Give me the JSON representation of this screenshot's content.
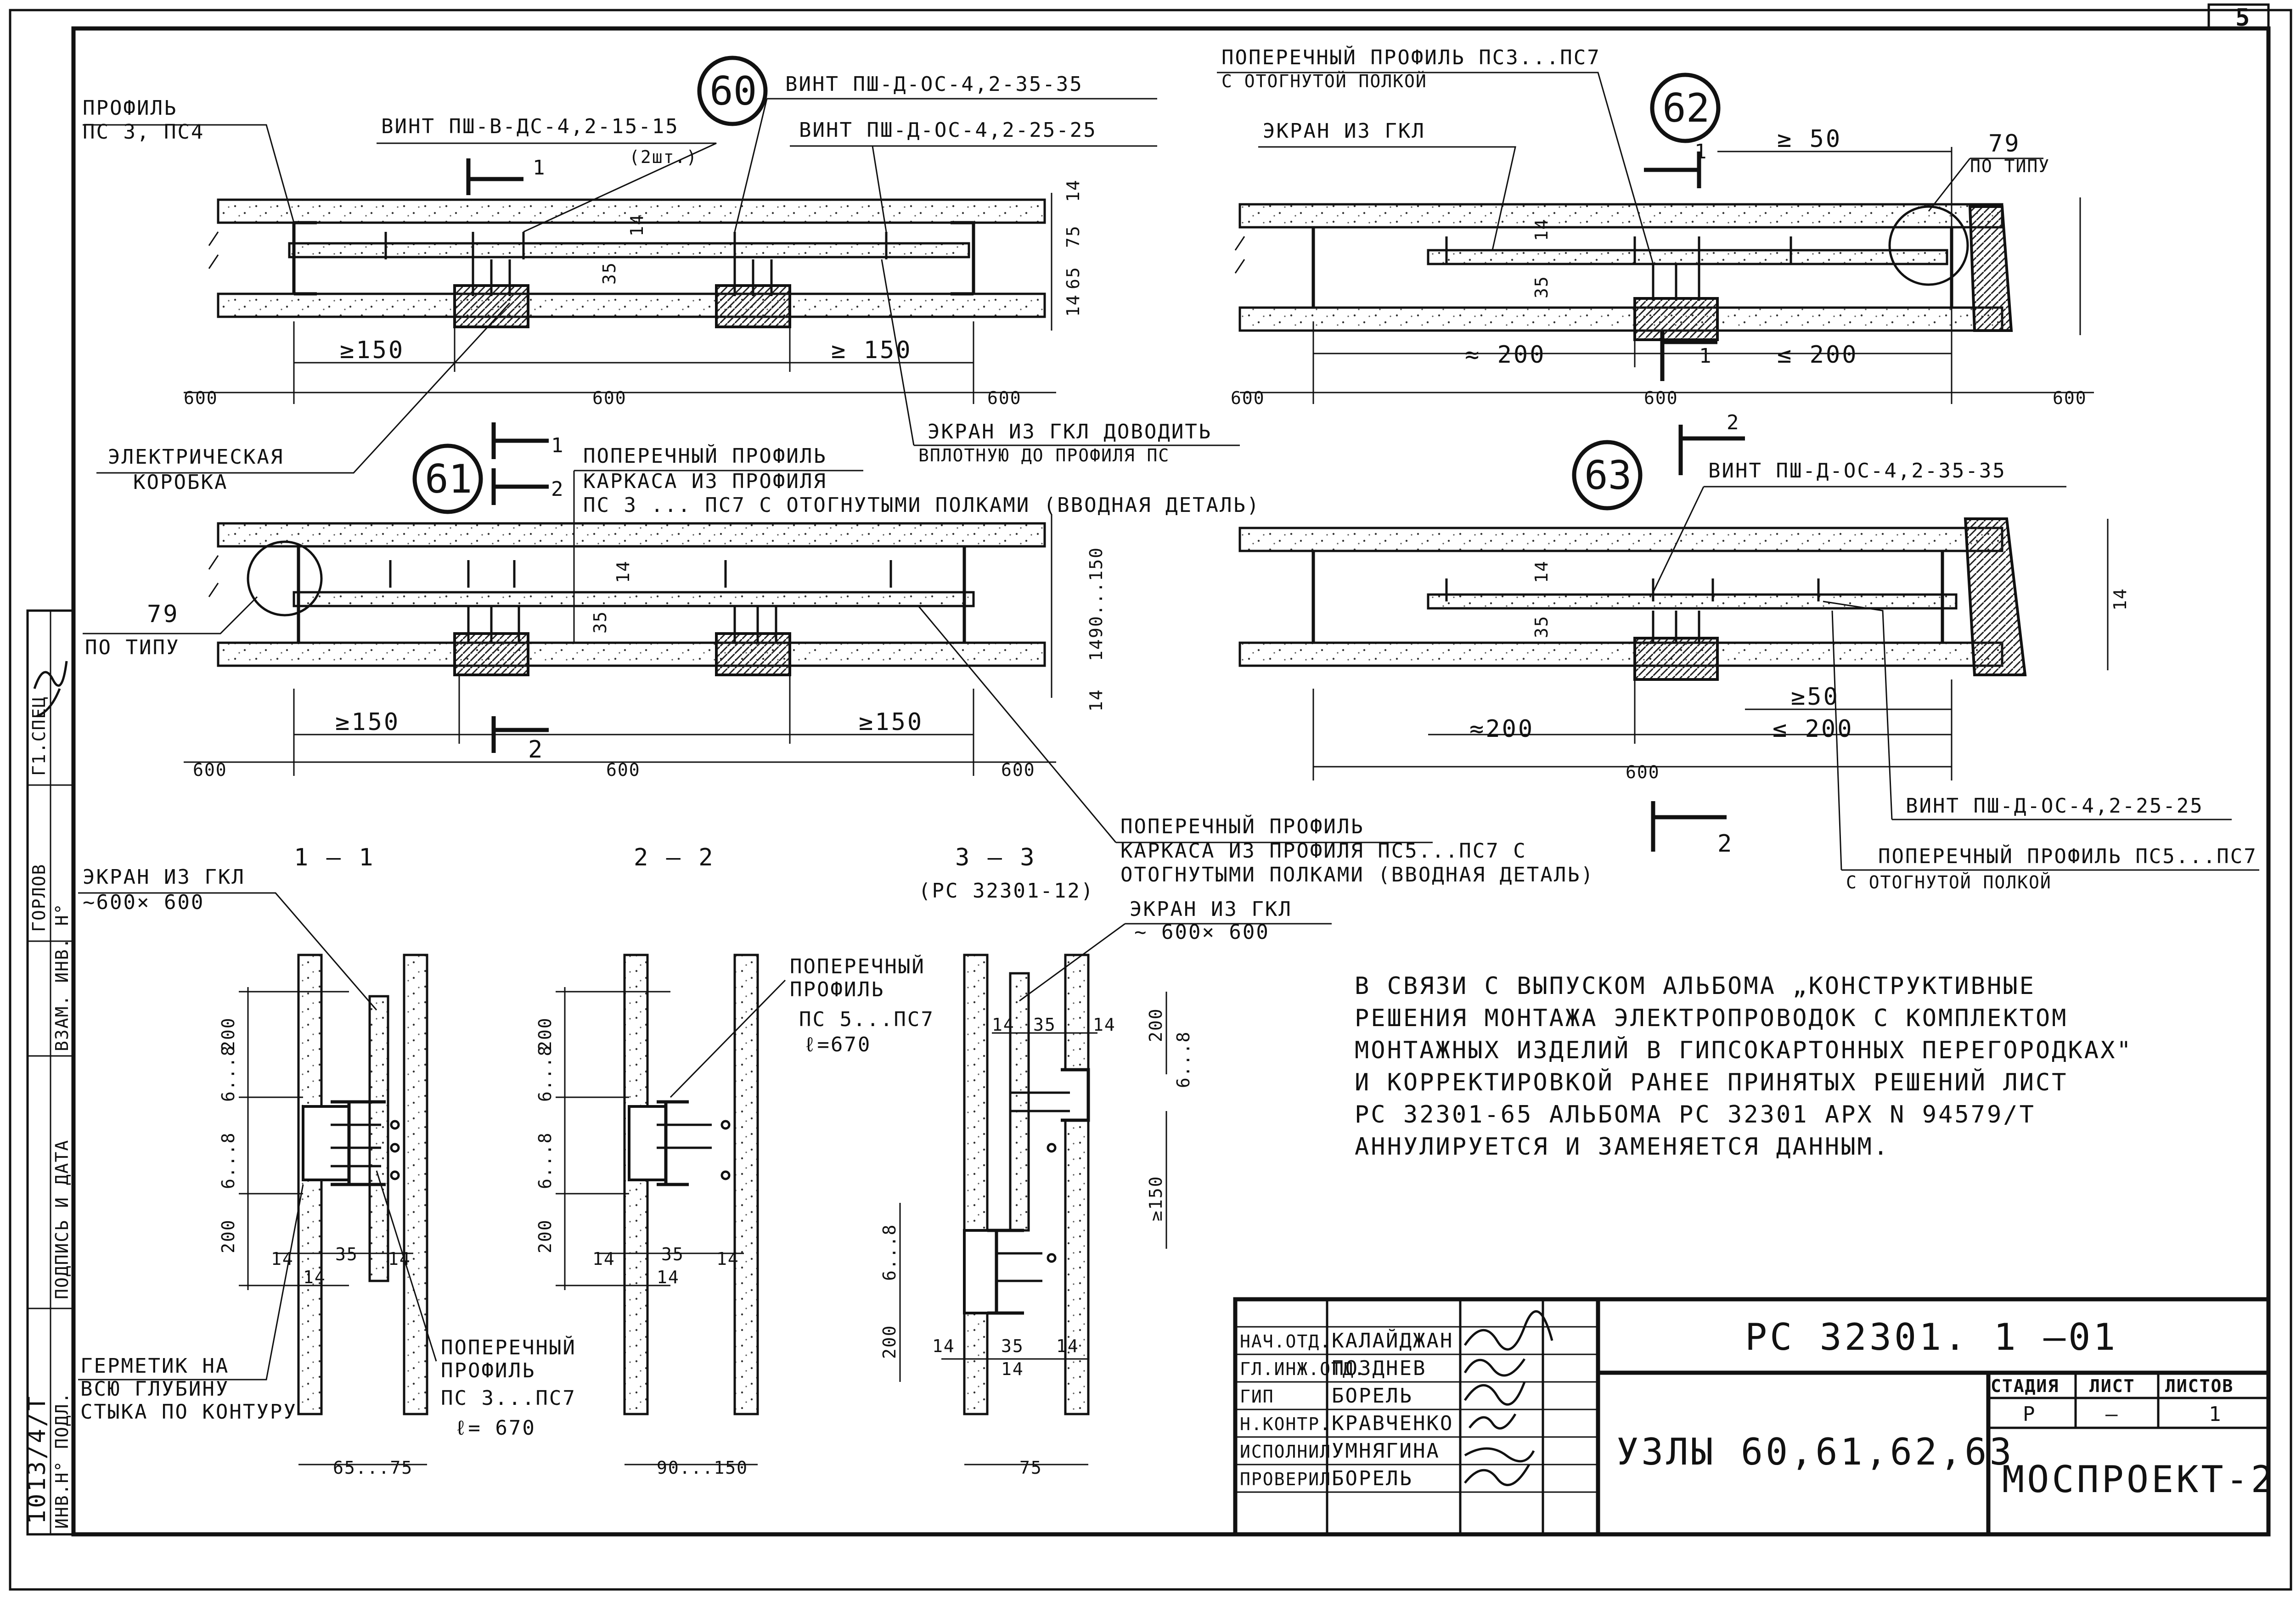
{
  "sheet": {
    "sheet_number": "5",
    "bottom_ref_number": "1013/4/Т"
  },
  "side_stamp": [
    "Г1.СПЕЦ",
    "ГОРЛОВ"
  ],
  "side_stamp_labels": [
    "ИНВ.Н° ПОДЛ.",
    "ПОДПИСЬ И ДАТА",
    "ВЗАМ. ИНВ. Н°"
  ],
  "nodes": {
    "n60": {
      "number": "60",
      "labels": {
        "profile": "ПРОФИЛЬ",
        "profile_types": "ПС 3, ПС4",
        "screw_1": "ВИНТ  ПШ-В-ДС-4,2-15-15",
        "screw_1_qty": "(2шт.)",
        "screw_2": "ВИНТ  ПШ-Д-ОС-4,2-35-35",
        "screw_3": "ВИНТ  ПШ-Д-ОС-4,2-25-25",
        "screen_note": "ЭКРАН ИЗ ГКЛ ДОВОДИТЬ",
        "screen_note_2": "ВПЛОТНУЮ ДО ПРОФИЛЯ ПС",
        "electric": "ЭЛЕКТРИЧЕСКАЯ",
        "electric_2": "КОРОБКА",
        "section_mark": "1"
      },
      "dims": [
        "≥150",
        "≥ 150",
        "600",
        "600",
        "600",
        "14",
        "75",
        "65",
        "14",
        "35",
        "14"
      ]
    },
    "n61": {
      "number": "61",
      "labels": {
        "cross_profile": "ПОПЕРЕЧНЫЙ  ПРОФИЛЬ",
        "cross_profile_2": "КАРКАСА  ИЗ ПРОФИЛЯ",
        "cross_profile_3": "ПС 3 ... ПС7 С ОТОГНУТЫМИ  ПОЛКАМИ (ВВОДНАЯ ДЕТАЛЬ)",
        "ref_79": "79",
        "typical": "ПО  ТИПУ",
        "section_mark_1": "1",
        "section_mark_2": "2"
      },
      "dims": [
        "≥150",
        "≥150",
        "600",
        "600",
        "600",
        "14",
        "35",
        "90...150",
        "14",
        "14"
      ]
    },
    "n62": {
      "number": "62",
      "labels": {
        "cross_profile": "ПОПЕРЕЧНЫЙ  ПРОФИЛЬ  ПС3...ПС7",
        "cross_profile_2": "С ОТОГНУТОЙ  ПОЛКОЙ",
        "screen": "ЭКРАН  ИЗ ГКЛ",
        "ref_79": "79",
        "typical": "ПО  ТИПУ",
        "section_mark": "1"
      },
      "dims": [
        "≥ 50",
        "≈ 200",
        "≤ 200",
        "600",
        "600",
        "600",
        "14",
        "35"
      ]
    },
    "n63": {
      "number": "63",
      "labels": {
        "screw_1": "ВИНТ  ПШ-Д-ОС-4,2-35-35",
        "screw_2": "ВИНТ    ПШ-Д-ОС-4,2-25-25",
        "cross_profile": "ПОПЕРЕЧНЫЙ  ПРОФИЛЬ  ПС5...ПС7",
        "cross_profile_2": "С ОТОГНУТОЙ  ПОЛКОЙ",
        "section_mark": "2"
      },
      "dims": [
        "≥50",
        "≈200",
        "≤ 200",
        "600",
        "14",
        "35",
        "14"
      ]
    },
    "n61_note": {
      "line_1": "ПОПЕРЕЧНЫЙ  ПРОФИЛЬ",
      "line_2": "КАРКАСА  ИЗ ПРОФИЛЯ  ПС5...ПС7  С",
      "line_3": "ОТОГНУТЫМИ  ПОЛКАМИ  (ВВОДНАЯ  ДЕТАЛЬ)",
      "section_mark": "2"
    }
  },
  "sections": {
    "s11": {
      "title": "1 — 1",
      "screen": "ЭКРАН  ИЗ ГКЛ",
      "screen_size": "~600× 600",
      "sealant": "ГЕРМЕТИК  НА",
      "sealant_2": "ВСЮ ГЛУБИНУ",
      "sealant_3": "СТЫКА ПО КОНТУРУ",
      "cross": "ПОПЕРЕЧНЫЙ",
      "cross_2": "ПРОФИЛЬ",
      "cross_3": "ПС 3...ПС7",
      "cross_4": "ℓ= 670",
      "dims": [
        "200",
        "6...8",
        "6...8",
        "200",
        "14",
        "35",
        "14",
        "14",
        "65...75"
      ]
    },
    "s22": {
      "title": "2 — 2",
      "cross": "ПОПЕРЕЧНЫЙ",
      "cross_2": "ПРОФИЛЬ",
      "cross_3": "ПС 5...ПС7",
      "cross_4": "ℓ=670",
      "dims": [
        "200",
        "6...8",
        "6...8",
        "200",
        "14",
        "35",
        "14",
        "14",
        "90...150"
      ]
    },
    "s33": {
      "title": "3 — 3",
      "subtitle": "(РС 32301-12)",
      "screen": "ЭКРАН  ИЗ ГКЛ",
      "screen_size": "~ 600× 600",
      "dims": [
        "14",
        "35",
        "14",
        "200",
        "6...8",
        "≥150",
        "6...8",
        "200",
        "14",
        "35",
        "14",
        "14",
        "75"
      ]
    }
  },
  "note": {
    "lines": [
      "В  СВЯЗИ  С  ВЫПУСКОМ  АЛЬБОМА „КОНСТРУКТИВНЫЕ",
      "РЕШЕНИЯ  МОНТАЖА  ЭЛЕКТРОПРОВОДОК С КОМПЛЕКТОМ",
      "МОНТАЖНЫХ ИЗДЕЛИЙ  В ГИПСОКАРТОННЫХ  ПЕРЕГОРОДКАХ\"",
      "И КОРРЕКТИРОВКОЙ РАНЕЕ ПРИНЯТЫХ РЕШЕНИЙ  ЛИСТ",
      "РС 32301-65  АЛЬБОМА  РС 32301  АРХ N 94579/Т",
      "АННУЛИРУЕТСЯ   И  ЗАМЕНЯЕТСЯ  ДАННЫМ."
    ]
  },
  "title_block": {
    "doc_code": "РС 32301. 1 —01",
    "title": "УЗЛЫ 60,61,62,63",
    "organization": "МОСПРОЕКТ-2",
    "stage_header": "СТАДИЯ",
    "sheet_header": "ЛИСТ",
    "sheets_header": "ЛИСТОВ",
    "stage": "Р",
    "sheet": "—",
    "sheets": "1",
    "signatures": [
      {
        "role": "НАЧ.ОТД.",
        "name": "КАЛАЙДЖАН"
      },
      {
        "role": "ГЛ.ИНЖ.ОТД.",
        "name": "ПОЗДНЕВ"
      },
      {
        "role": "ГИП",
        "name": "БОРЕЛЬ"
      },
      {
        "role": "Н.КОНТР.",
        "name": "КРАВЧЕНКО"
      },
      {
        "role": "ИСПОЛНИЛ",
        "name": "УМНЯГИНА"
      },
      {
        "role": "ПРОВЕРИЛ",
        "name": "БОРЕЛЬ"
      }
    ]
  }
}
